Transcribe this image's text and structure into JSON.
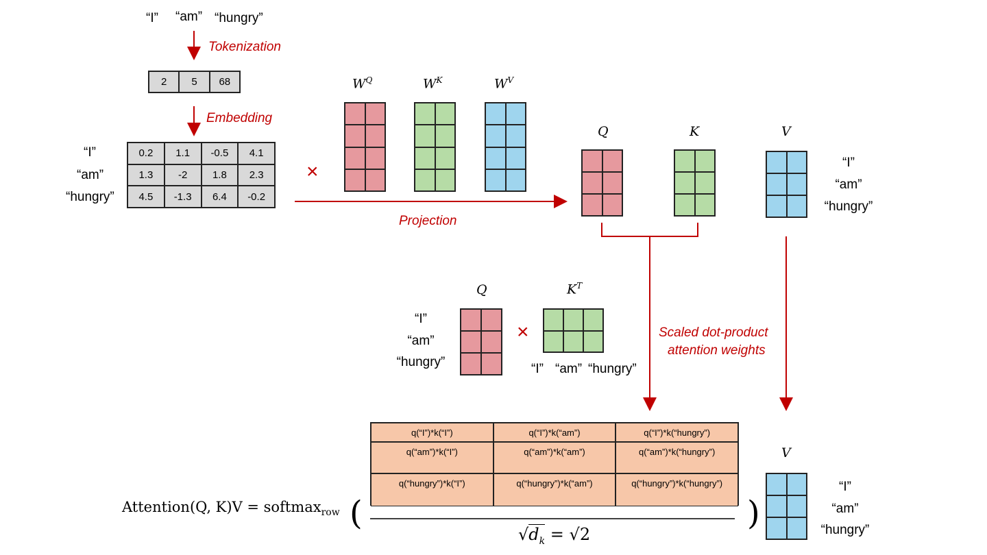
{
  "tokens": [
    "“I”",
    "“am”",
    "“hungry”"
  ],
  "steps": {
    "tokenization": "Tokenization",
    "embedding": "Embedding",
    "projection": "Projection",
    "attention_line1": "Scaled dot-product",
    "attention_line2": "attention weights"
  },
  "token_ids": [
    "2",
    "5",
    "68"
  ],
  "embedding_rows": [
    [
      "0.2",
      "1.1",
      "-0.5",
      "4.1"
    ],
    [
      "1.3",
      "-2",
      "1.8",
      "2.3"
    ],
    [
      "4.5",
      "-1.3",
      "6.4",
      "-0.2"
    ]
  ],
  "weight_labels": {
    "wq_base": "W",
    "wq_sup": "Q",
    "wk_base": "W",
    "wk_sup": "K",
    "wv_base": "W",
    "wv_sup": "V"
  },
  "qkv_labels": {
    "q": "Q",
    "k": "K",
    "v": "V",
    "kt_base": "K",
    "kt_sup": "T"
  },
  "times_symbol": "×",
  "score_cells": [
    [
      "q(“I”)*k(“I”)",
      "q(“I”)*k(“am”)",
      "q(“I”)*k(“hungry”)"
    ],
    [
      "q(“am”)*k(“I”)",
      "q(“am”)*k(“am”)",
      "q(“am”)*k(“hungry”)"
    ],
    [
      "q(“hungry”)*k(“I”)",
      "q(“hungry”)*k(“am”)",
      "q(“hungry”)*k(“hungry”)"
    ]
  ],
  "formula": {
    "lhs": "Attention(Q, K)V = softmax",
    "sub": "row",
    "open": "(",
    "close": ")",
    "denominator_lhs": "d",
    "denominator_sub": "k",
    "denominator_rhs": "= √2"
  },
  "colors": {
    "accent": "#c00000",
    "query": "#e6999e",
    "key": "#b6dca6",
    "value": "#9fd5ee",
    "score": "#f7c7a9",
    "embedding": "#d9d9d9"
  }
}
